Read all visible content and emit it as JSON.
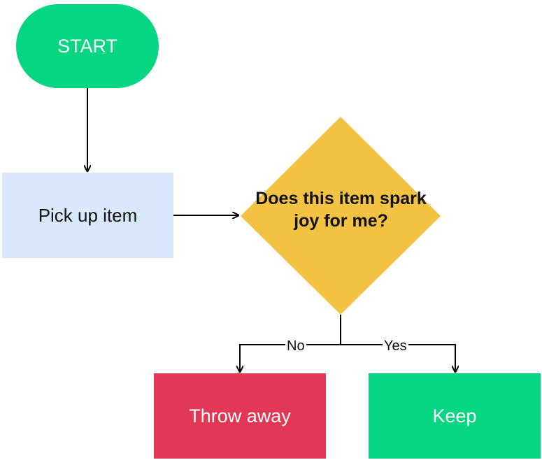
{
  "colors": {
    "start_fill": "#06d581",
    "process_fill": "#dae8fc",
    "decision_fill": "#f4c243",
    "throw_fill": "#e33855",
    "keep_fill": "#06d581",
    "line": "#000000"
  },
  "nodes": {
    "start": "START",
    "pick_up": "Pick up item",
    "decision_line1": "Does this item spark",
    "decision_line2": "joy for me?",
    "throw_away": "Throw away",
    "keep": "Keep"
  },
  "edges": {
    "no_label": "No",
    "yes_label": "Yes"
  }
}
